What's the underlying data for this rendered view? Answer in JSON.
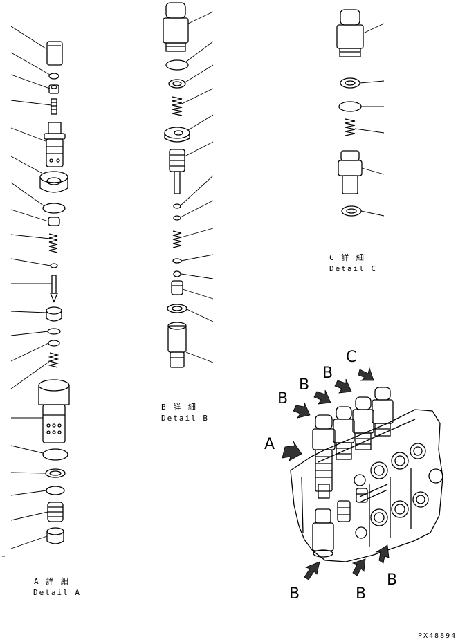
{
  "detail_a": {
    "jp": "A 詳 細",
    "en": "Detail A"
  },
  "detail_b": {
    "jp": "B 詳 細",
    "en": "Detail B"
  },
  "detail_c": {
    "jp": "C 詳 細",
    "en": "Detail C"
  },
  "assembly_arrows": [
    "A",
    "B",
    "B",
    "B",
    "C",
    "B",
    "B",
    "B"
  ],
  "drawing_number": "PX48894"
}
